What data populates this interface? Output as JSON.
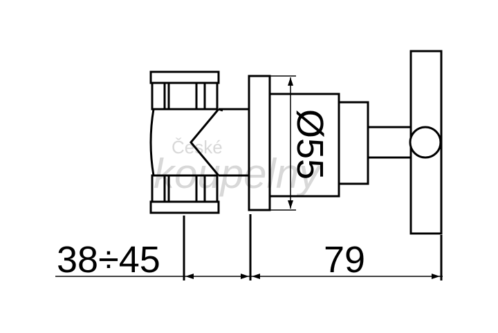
{
  "drawing": {
    "dimensions": {
      "wall_depth": "38÷45",
      "projection": "79",
      "diameter": "Ø55"
    },
    "watermark": {
      "line1": "České",
      "line2": "koupelny"
    }
  }
}
